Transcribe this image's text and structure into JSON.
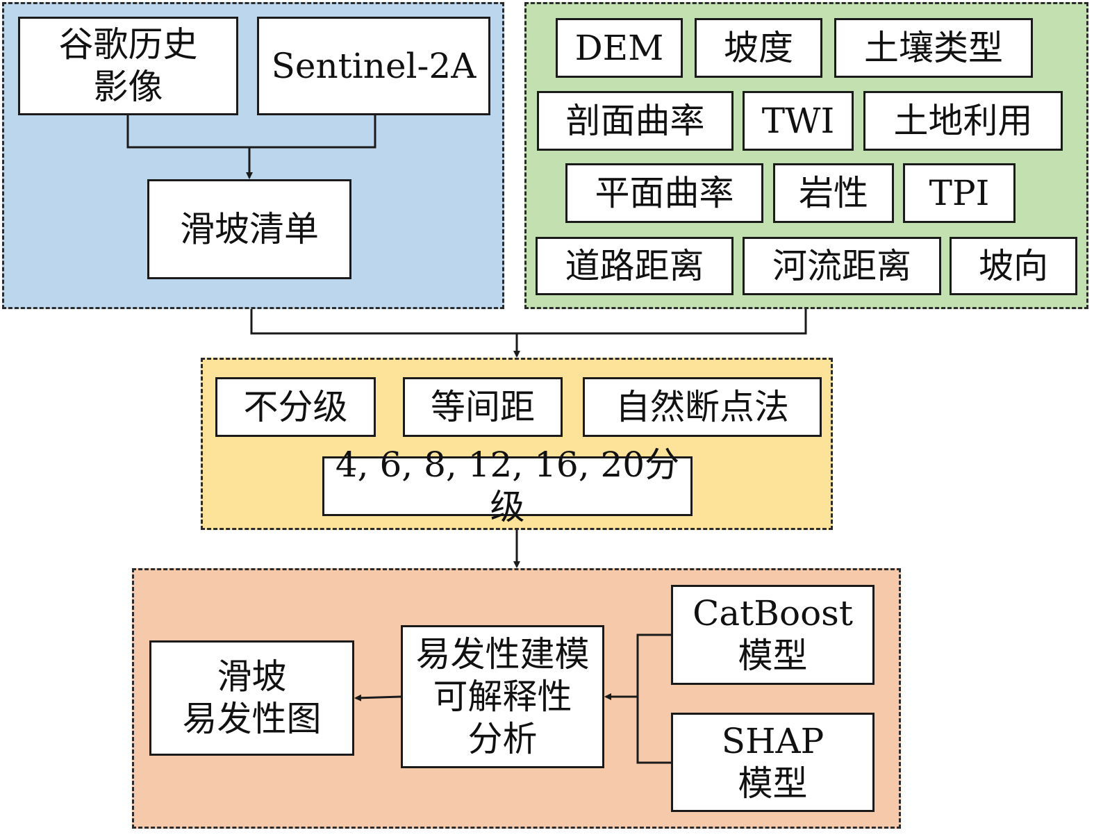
{
  "colors": {
    "data_panel": "#bcd6ed",
    "factor_panel": "#c3e0b0",
    "classification_panel": "#fde39a",
    "model_panel": "#f6c9aa",
    "line": "#1a1a1a"
  },
  "data_sources": {
    "google_history": "谷歌历史\n影像",
    "sentinel": "Sentinel-2A",
    "inventory": "滑坡清单"
  },
  "factors": {
    "dem": "DEM",
    "slope": "坡度",
    "soil_type": "土壤类型",
    "profile_curvature": "剖面曲率",
    "twi": "TWI",
    "land_use": "土地利用",
    "plan_curvature": "平面曲率",
    "lithology": "岩性",
    "tpi": "TPI",
    "road_distance": "道路距离",
    "river_distance": "河流距离",
    "aspect": "坡向"
  },
  "classification": {
    "no_class": "不分级",
    "equal_interval": "等间距",
    "natural_breaks": "自然断点法",
    "levels": "4, 6, 8, 12, 16, 20分级"
  },
  "modeling": {
    "susceptibility_map": "滑坡\n易发性图",
    "interpretability": "易发性建模\n可解释性\n分析",
    "catboost": "CatBoost\n模型",
    "shap": "SHAP\n模型"
  }
}
